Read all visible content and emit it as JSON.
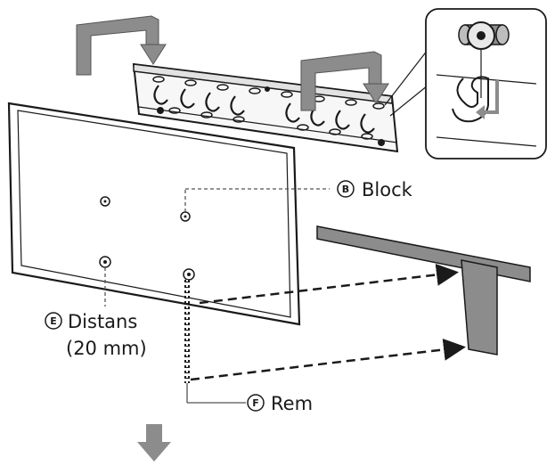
{
  "labels": {
    "block": {
      "letter": "B",
      "text": "Block"
    },
    "spacer": {
      "letter": "E",
      "text": "Distans",
      "subtext": "(20 mm)"
    },
    "strap": {
      "letter": "F",
      "text": "Rem"
    }
  },
  "colors": {
    "line": "#1a1a1a",
    "gray_fill": "#8c8c8c",
    "light_fill": "#f4f4f4",
    "dashed": "#555555"
  }
}
